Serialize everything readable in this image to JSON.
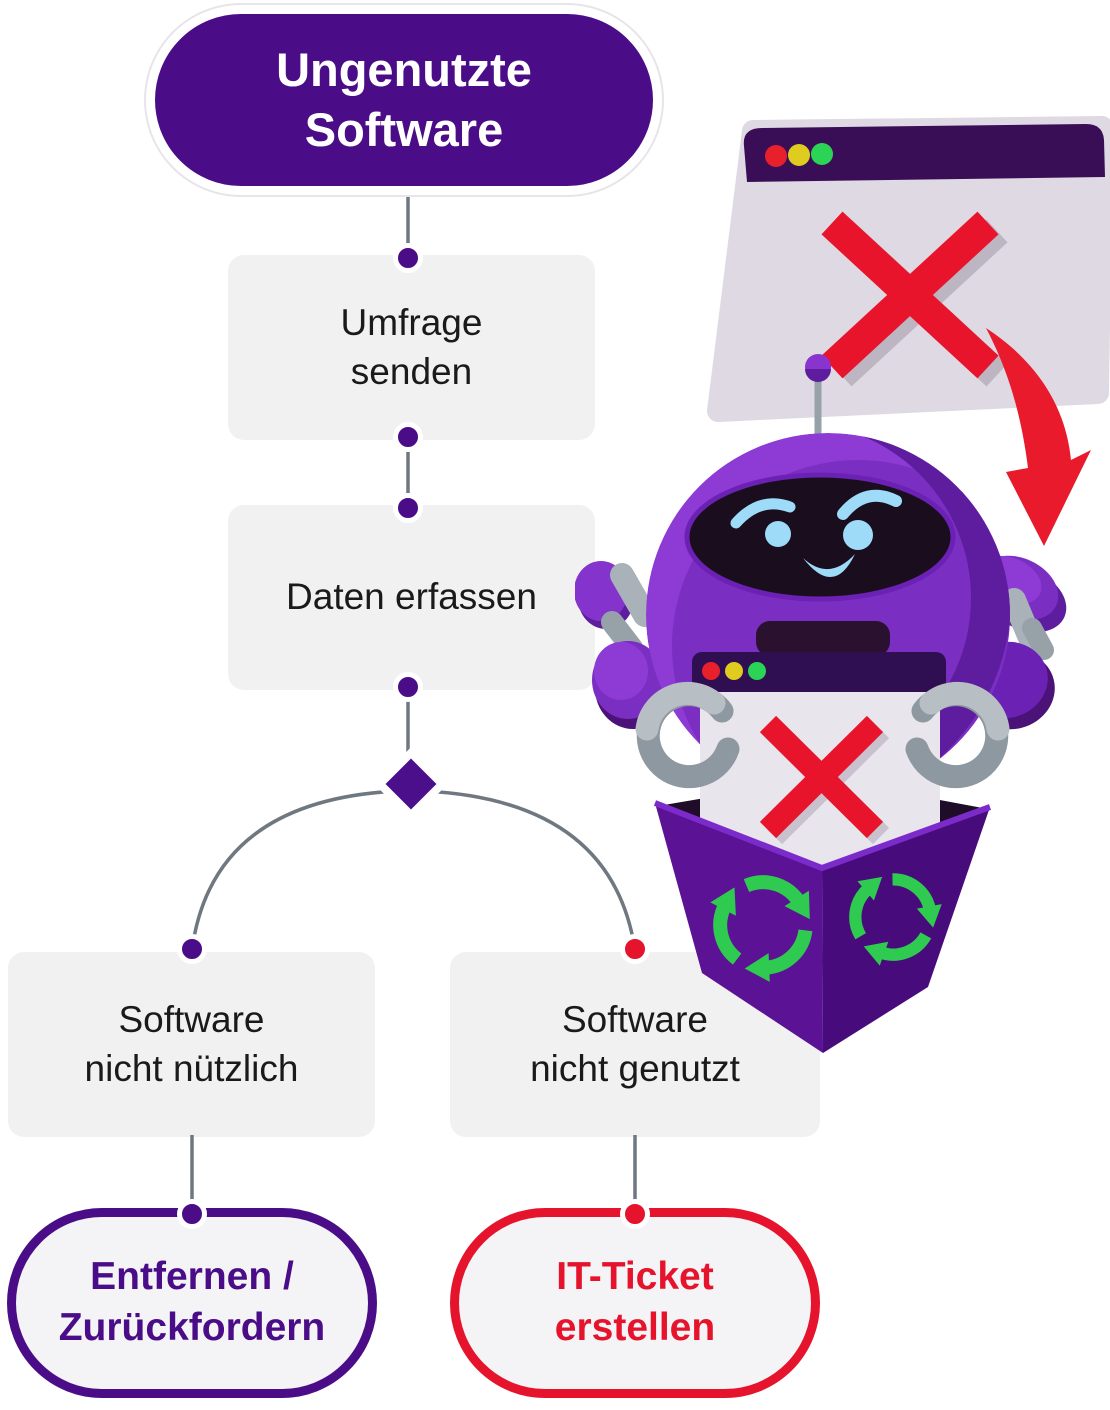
{
  "diagram": {
    "title": "Ungenutzte\nSoftware",
    "steps": [
      {
        "id": "umfrage-senden",
        "label": "Umfrage\nsenden"
      },
      {
        "id": "daten-erfassen",
        "label": "Daten erfassen"
      }
    ],
    "decision_branches": {
      "left": {
        "condition": "Software\nnicht nützlich",
        "action": "Entfernen /\nZurückfordern"
      },
      "right": {
        "condition": "Software\nnicht genutzt",
        "action": "IT-Ticket\nerstellen"
      }
    }
  },
  "colors": {
    "purple": "#4A0D87",
    "red": "#E5132B",
    "node_background": "#F2F1F2",
    "connector_gray": "#6F7780",
    "robot_purple": "#7B2EC2",
    "titlebar_purple": "#3A0E56",
    "window_body": "#DFD9E3",
    "recycle_green": "#2FCB50",
    "face_blue": "#9EDBF8",
    "traffic_red": "#E8202C",
    "traffic_yellow": "#E0CB1F",
    "traffic_green": "#2BD455"
  },
  "illustration": {
    "description": "Purple robot mascot dropping a browser window marked with a red X into a purple recycling bin",
    "icons": [
      "browser-window-icon",
      "traffic-light-buttons-icon",
      "red-x-icon",
      "curved-arrow-icon",
      "robot-mascot",
      "recycle-bin-icon",
      "recycle-symbol-icon"
    ]
  }
}
